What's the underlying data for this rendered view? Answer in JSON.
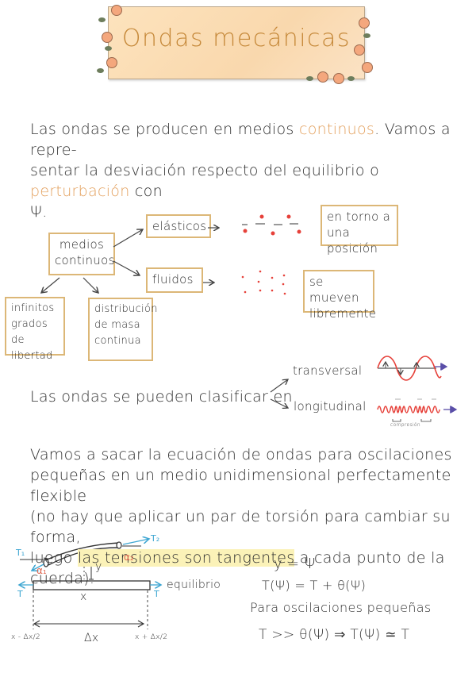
{
  "title": "Ondas mecánicas",
  "intro": {
    "line1_a": "Las ondas se producen en medios ",
    "line1_highlight": "continuos",
    "line1_b": ". Vamos a repre-",
    "line2_a": "sentar la desviación respecto del equilibrio o ",
    "line2_highlight": "perturbación",
    "line2_b": " con",
    "line3": "Ψ."
  },
  "concept_map": {
    "root": [
      "medios",
      "continuos"
    ],
    "elasticos": "elásticos",
    "elasticos_desc": [
      "en torno a",
      "una posición"
    ],
    "fluidos": "fluidos",
    "fluidos_desc": [
      "se mueven",
      "libremente"
    ],
    "infinitos": [
      "infinitos",
      "grados de",
      "libertad"
    ],
    "distribucion": [
      "distribución",
      "de masa",
      "continua"
    ]
  },
  "classification": {
    "sentence": "Las ondas se pueden clasificar en",
    "transversal": "transversal",
    "longitudinal": "longitudinal",
    "compression_label": "compresión"
  },
  "derivation": {
    "line1": "Vamos a sacar la ecuación de ondas para oscilaciones",
    "line2": "pequeñas en un medio unidimensional perfectamente flexible",
    "line3": "(no hay que aplicar un par de torsión para cambiar su forma,",
    "line4_a": "luego ",
    "line4_highlight": "las tensiones son tangentes",
    "line4_b": " a cada punto de la cuerda)."
  },
  "diagram": {
    "t1": "T₁",
    "t2": "T₂",
    "alpha1": "α₁",
    "alpha2": "α₂",
    "y": "y",
    "t_left": "T",
    "t_right": "T",
    "equilibrio": "equilibrio",
    "x": "x",
    "dx": "Δx",
    "x_minus": "x - Δx/2",
    "x_plus": "x + Δx/2"
  },
  "equations": {
    "eq1": "y = Ψ",
    "eq2": "T(Ψ) = T + θ(Ψ)",
    "eq3": "Para oscilaciones pequeñas",
    "eq4": "T >> θ(Ψ) ⇒ T(Ψ) ≃ T"
  },
  "colors": {
    "accent_orange": "#e3a05d",
    "box_border": "#dcb777",
    "highlight_yellow": "#fbf2b8",
    "wave_red": "#e6413a",
    "arrow_blue": "#3ea6d2",
    "arrow_purple": "#5a4fa8",
    "title_bg": "#fbdcb2"
  }
}
